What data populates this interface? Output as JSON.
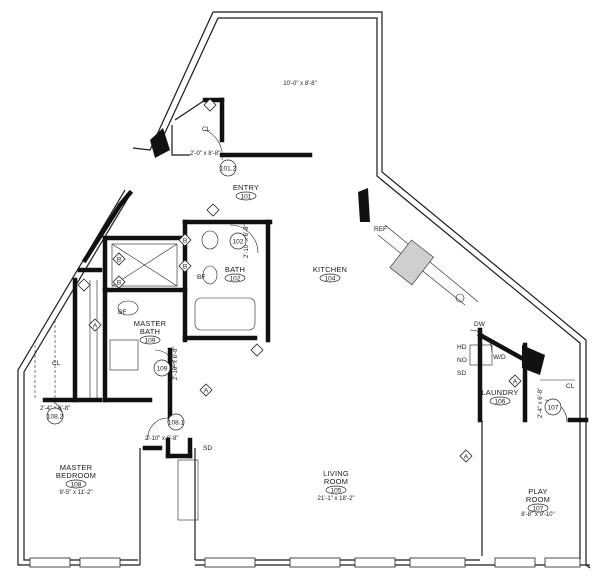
{
  "rooms": {
    "entry": {
      "name": "ENTRY",
      "number": "101"
    },
    "kitchen": {
      "name": "KITCHEN",
      "number": "104"
    },
    "bath": {
      "name": "BATH",
      "number": "102"
    },
    "master_bath": {
      "name1": "MASTER",
      "name2": "BATH",
      "number": "109"
    },
    "master_bedroom": {
      "name1": "MASTER",
      "name2": "BEDROOM",
      "number": "108",
      "dims": "9'-5\" x 11'-2\""
    },
    "living": {
      "name1": "LIVING",
      "name2": "ROOM",
      "number": "105",
      "dims": "21'-1\" x 18'-2\""
    },
    "play": {
      "name1": "PLAY",
      "name2": "ROOM",
      "number": "107",
      "dims": "8'-8\" x 9'-10\""
    },
    "laundry": {
      "name": "LAUNDRY",
      "number": "106"
    },
    "terrace_dims": "10'-0\" x 8'-8\""
  },
  "labels": {
    "cl": "CL",
    "ref": "REF",
    "dw": "DW",
    "wd": "W/D",
    "bf": "BF",
    "sd": "SD",
    "hd": "HD",
    "sd2": "SD",
    "no": "NO",
    "b": "B"
  },
  "door_tags": {
    "d101_2": "101.2",
    "d102": "102",
    "d109": "109",
    "d108_1": "108.1",
    "d108_2": "108.2",
    "d107": "107"
  },
  "dims": {
    "cl_entry": "2'-0\" x 8'-8\"",
    "bath_door": "2'-10\" x 6'-8\"",
    "mb_door": "2'-10\" x 6'-8\"",
    "bed_door": "2'-10\" x 6'-8\"",
    "cl_bed": "2'-4\" x 6'-8\"",
    "play_door": "2'-4\" x 6'-8\""
  },
  "markers": {
    "a": "A",
    "b": "B"
  }
}
